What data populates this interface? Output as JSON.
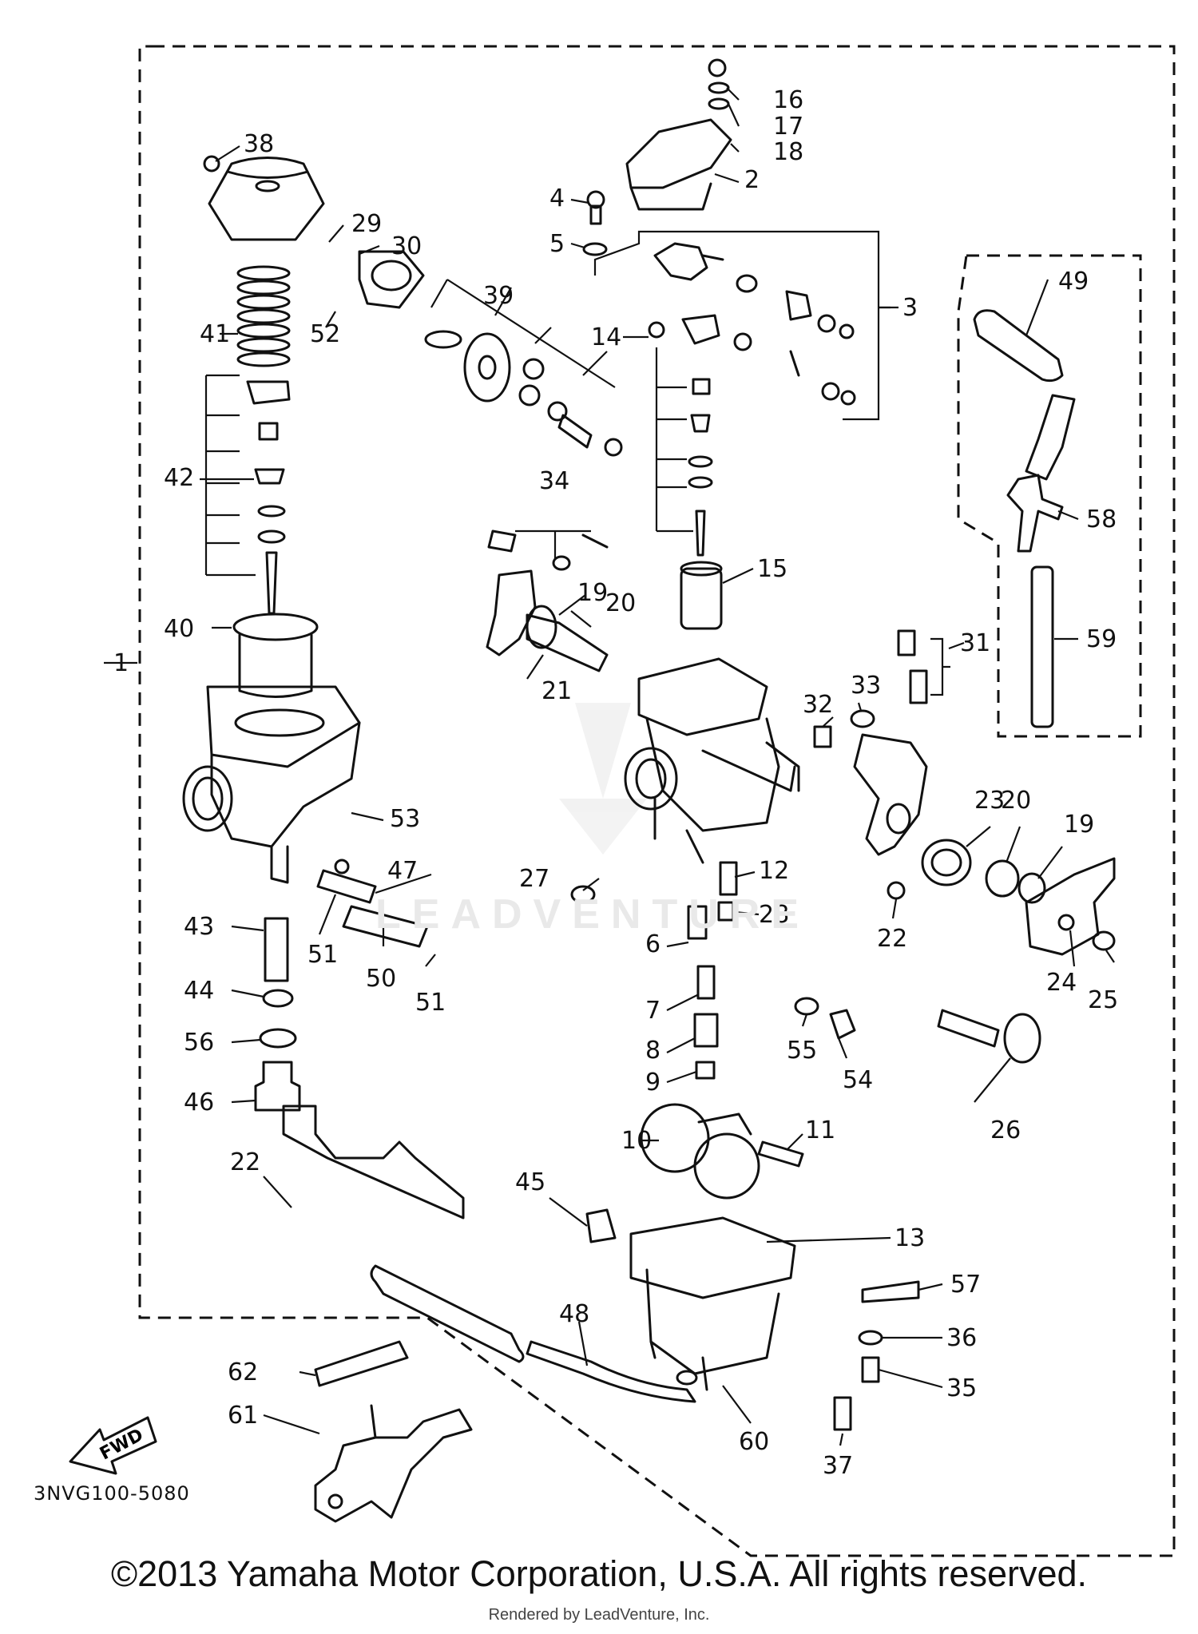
{
  "diagram": {
    "part_code": "3NVG100-5080",
    "copyright": "©2013 Yamaha Motor Corporation, U.S.A. All rights reserved.",
    "rendered_by": "Rendered by LeadVenture, Inc.",
    "watermark": "LEADVENTURE",
    "fwd_label": "FWD",
    "callouts": [
      "1",
      "2",
      "3",
      "4",
      "5",
      "6",
      "7",
      "8",
      "9",
      "10",
      "11",
      "12",
      "13",
      "14",
      "15",
      "16",
      "17",
      "18",
      "19",
      "20",
      "21",
      "22",
      "23",
      "24",
      "25",
      "26",
      "27",
      "28",
      "29",
      "30",
      "31",
      "32",
      "33",
      "34",
      "35",
      "36",
      "37",
      "38",
      "39",
      "40",
      "41",
      "42",
      "43",
      "44",
      "45",
      "46",
      "47",
      "48",
      "49",
      "50",
      "51",
      "52",
      "53",
      "54",
      "55",
      "56",
      "57",
      "58",
      "59",
      "60",
      "61",
      "62"
    ]
  }
}
